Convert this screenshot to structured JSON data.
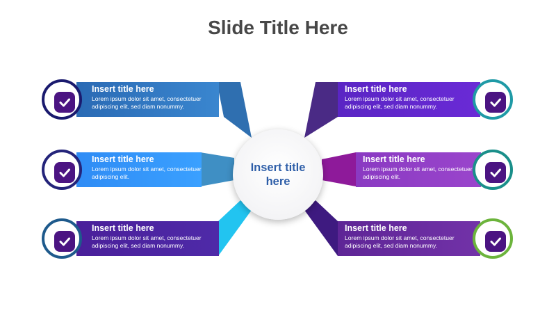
{
  "slide": {
    "title": "Slide Title Here"
  },
  "hub": {
    "label": "Insert title here"
  },
  "colors": {
    "left_1": "#2f74c0",
    "left_2": "#3396ff",
    "left_3": "#4b1f9e",
    "right_1": "#5b27c7",
    "right_2": "#8a3cc4",
    "right_3": "#6a2a9f",
    "ring_left_1": "#1a1a6e",
    "ring_left_2": "#24247a",
    "ring_left_3": "#1e5a8c",
    "ring_right_1": "#1f9aa6",
    "ring_right_2": "#1a8f8a",
    "ring_right_3": "#6cb43c",
    "icon_bg": "#4b1482"
  },
  "items": {
    "left": [
      {
        "title": "Insert title here",
        "body": "Lorem ipsum dolor sit amet, consectetuer adipiscing elit, sed diam nonummy.",
        "icon": "check-icon"
      },
      {
        "title": "Insert title here",
        "body": "Lorem ipsum dolor sit amet, consectetuer adipiscing elit.",
        "icon": "check-icon"
      },
      {
        "title": "Insert title here",
        "body": "Lorem ipsum dolor sit amet, consectetuer adipiscing elit, sed diam nonummy.",
        "icon": "check-icon"
      }
    ],
    "right": [
      {
        "title": "Insert title here",
        "body": "Lorem ipsum dolor sit amet, consectetuer adipiscing elit, sed diam nonummy.",
        "icon": "check-icon"
      },
      {
        "title": "Insert title here",
        "body": "Lorem ipsum dolor sit amet, consectetuer adipiscing elit.",
        "icon": "check-icon"
      },
      {
        "title": "Insert title here",
        "body": "Lorem ipsum dolor sit amet, consectetuer adipiscing elit, sed diam nonummy.",
        "icon": "check-icon"
      }
    ]
  }
}
